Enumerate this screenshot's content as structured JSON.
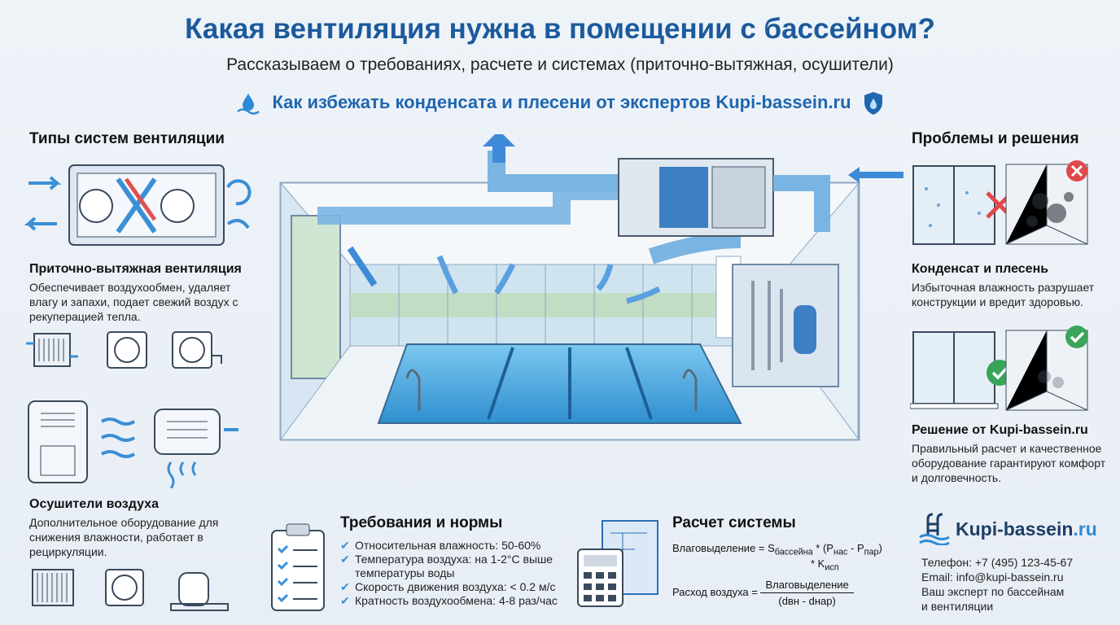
{
  "header": {
    "title": "Какая вентиляция нужна в помещении с бассейном?",
    "subtitle": "Рассказываем о требованиях, расчете и системах (приточно-вытяжная, осушители)",
    "tagline": "Как избежать конденсата и плесени от экспертов Kupi-bassein.ru"
  },
  "left": {
    "heading": "Типы систем вентиляции",
    "supply_exhaust": {
      "title": "Приточно-вытяжная вентиляция",
      "text": "Обеспечивает воздухообмен, удаляет влагу и запахи, подает свежий воздух с рекуперацией тепла."
    },
    "dehumidifiers": {
      "title": "Осушители воздуха",
      "text": "Дополнительное оборудование для снижения влажности, работает в рециркуляции."
    }
  },
  "requirements": {
    "title": "Требования и нормы",
    "items": [
      "Относительная влажность: 50-60%",
      "Температура воздуха: на 1-2°C выше температуры воды",
      "Скорость движения воздуха: < 0.2 м/с",
      "Кратность воздухообмена: 4-8 раз/час"
    ]
  },
  "calculation": {
    "title": "Расчет системы",
    "f1_left": "Влаговыделение = S",
    "f1_sub": "бассейна",
    "f1_mid": " * (P",
    "f1_sub2": "нас",
    "f1_mid2": " - P",
    "f1_sub3": "пар",
    "f1_end": ")",
    "f1_line2": "* K",
    "f1_sub4": "исп",
    "f2_left": "Расход воздуха =",
    "f2_num": "Влаговыделение",
    "f2_den": "(dвн - dнар)"
  },
  "right": {
    "heading": "Проблемы и решения",
    "problem": {
      "title": "Конденсат и плесень",
      "text": "Избыточная влажность разрушает конструкции и вредит здоровью."
    },
    "solution": {
      "title": "Решение от Kupi-bassein.ru",
      "text": "Правильный расчет и качественное оборудование гарантируют комфорт и долговечность."
    }
  },
  "brand": {
    "name": "Kupi-bassein",
    "tld": ".ru",
    "phone": "Телефон: +7 (495) 123-45-67",
    "email": "Email: info@kupi-bassein.ru",
    "slogan1": "Ваш эксперт по бассейнам",
    "slogan2": "и вентиляции"
  },
  "colors": {
    "title": "#1c5a9c",
    "accent": "#1f66b0",
    "good": "#3aa45a",
    "bad": "#e0484a",
    "water": "#4aa8e0"
  }
}
